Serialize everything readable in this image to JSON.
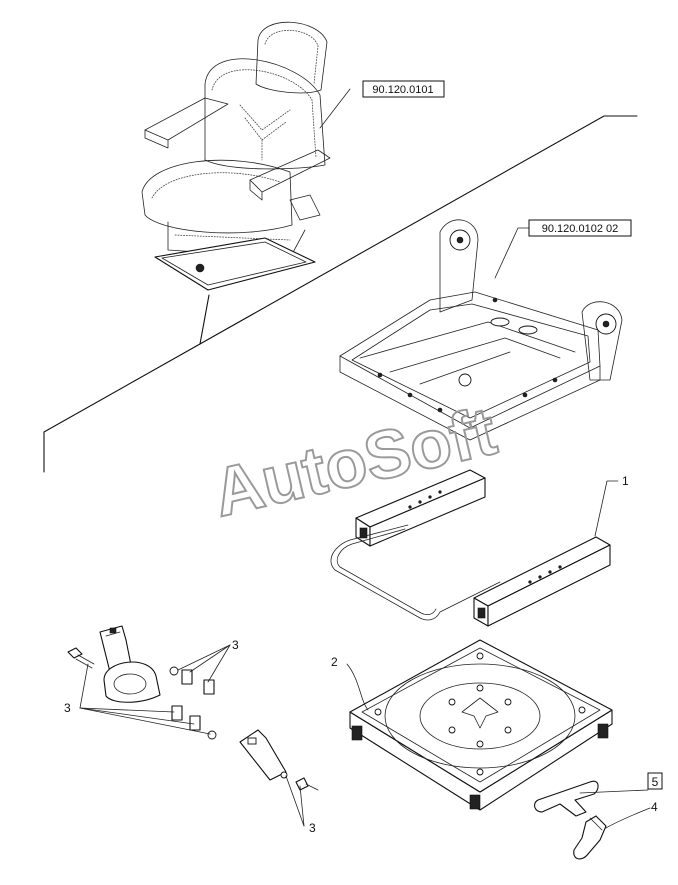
{
  "references": [
    {
      "id": "ref-seat",
      "text": "90.120.0101"
    },
    {
      "id": "ref-frame",
      "text": "90.120.0102 02"
    }
  ],
  "callouts": [
    {
      "id": "callout-1",
      "text": "1",
      "boxed": false
    },
    {
      "id": "callout-2",
      "text": "2",
      "boxed": false
    },
    {
      "id": "callout-3a",
      "text": "3",
      "boxed": false
    },
    {
      "id": "callout-3b",
      "text": "3",
      "boxed": false
    },
    {
      "id": "callout-3c",
      "text": "3",
      "boxed": false
    },
    {
      "id": "callout-4",
      "text": "4",
      "boxed": false
    },
    {
      "id": "callout-5",
      "text": "5",
      "boxed": true
    }
  ],
  "watermark": "AutoSoft"
}
